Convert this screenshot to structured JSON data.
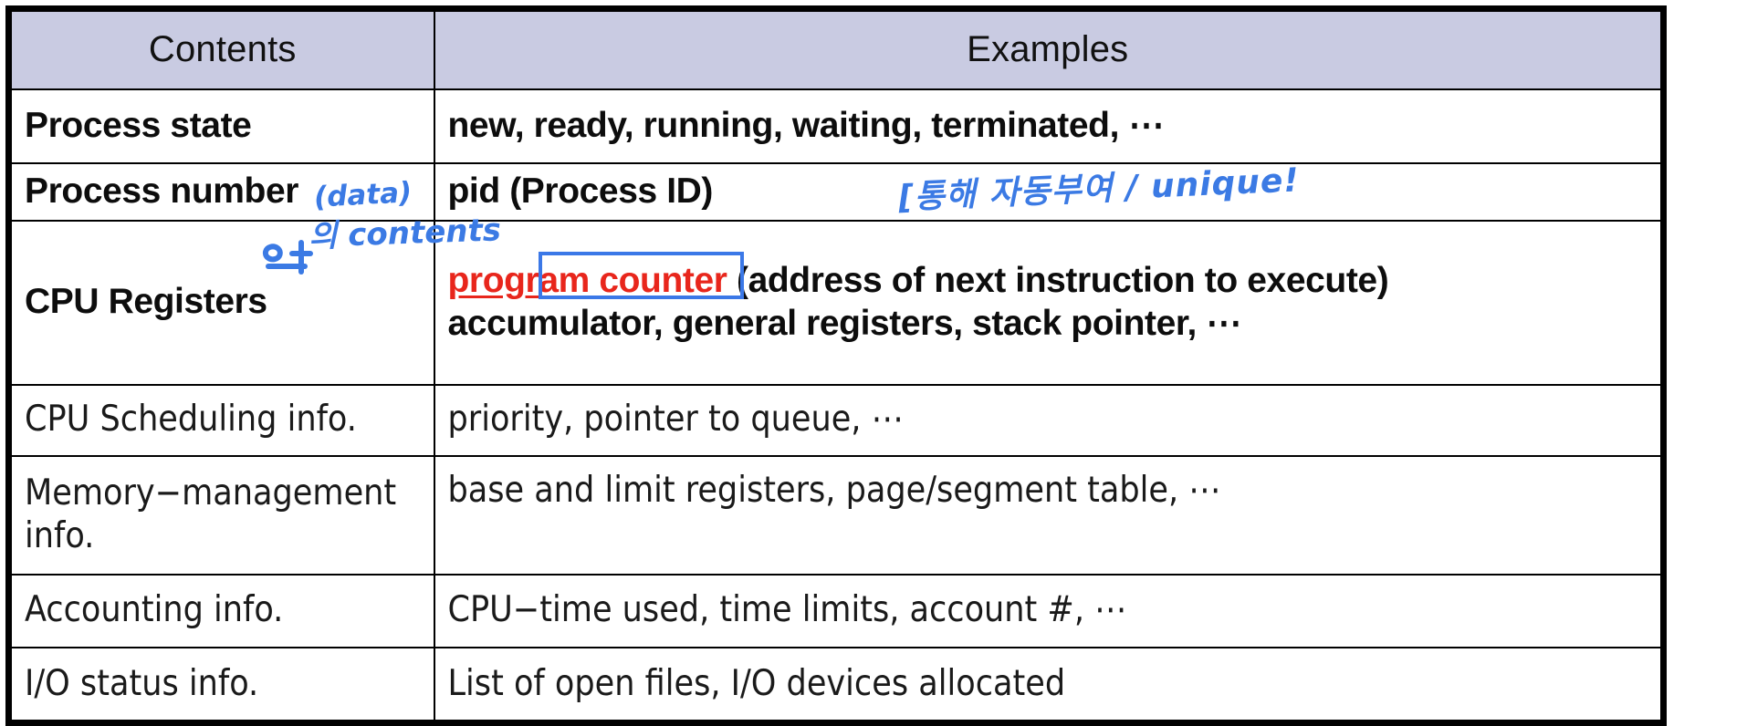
{
  "table": {
    "headers": {
      "contents": "Contents",
      "examples": "Examples"
    },
    "rows": [
      {
        "contents": "Process state",
        "examples": "new, ready, running, waiting, terminated, ⋯",
        "weight": "bold"
      },
      {
        "contents": "Process number",
        "examples": "pid (Process ID)",
        "weight": "bold"
      },
      {
        "contents": "CPU Registers",
        "examples_highlight": "program counter",
        "examples_line1_rest": " (address of next instruction to execute)",
        "examples_line2": "accumulator, general registers, stack pointer, ⋯",
        "weight": "bold"
      },
      {
        "contents": "CPU Scheduling info.",
        "examples": "priority, pointer to queue, ⋯",
        "weight": "light"
      },
      {
        "contents_line1": "Memory−management",
        "contents_line2": "info.",
        "examples": "base and limit registers, page/segment table, ⋯",
        "weight": "light"
      },
      {
        "contents": "Accounting info.",
        "examples": "CPU−time used, time limits, account #, ⋯",
        "weight": "light"
      },
      {
        "contents": "I/O status info.",
        "examples": "List of open files, I/O devices allocated",
        "weight": "light"
      }
    ]
  },
  "annotations": {
    "data_note": "(data)",
    "contents_note": "의 contents",
    "pid_note": "[통해 자동부여 / unique!",
    "ink_color": "#3b7ae4",
    "highlight_box_color": "#3b78e7",
    "highlight_text_color": "#e8261c"
  },
  "colors": {
    "header_fill": "#c9cbe2",
    "border": "#000000",
    "background": "#ffffff"
  }
}
